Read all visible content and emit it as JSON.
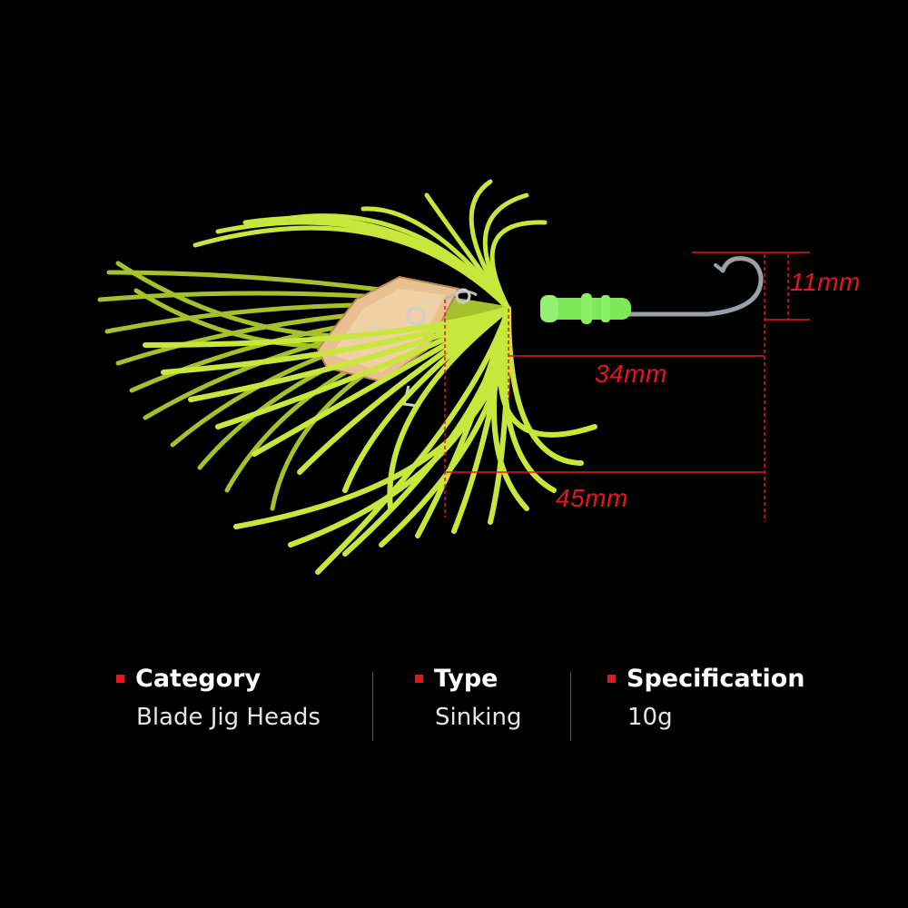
{
  "dimensions": {
    "hook_gap": "11mm",
    "body_length": "34mm",
    "total_length": "45mm"
  },
  "specs": [
    {
      "heading": "Category",
      "value": "Blade Jig Heads"
    },
    {
      "heading": "Type",
      "value": "Sinking"
    },
    {
      "heading": "Specification",
      "value": "10g"
    }
  ],
  "colors": {
    "background": "#000000",
    "accent_red": "#e8141c",
    "skirt_yellow": "#c8e63c",
    "blade_gold": "#e0b87a",
    "bead_green": "#7ee85a"
  }
}
